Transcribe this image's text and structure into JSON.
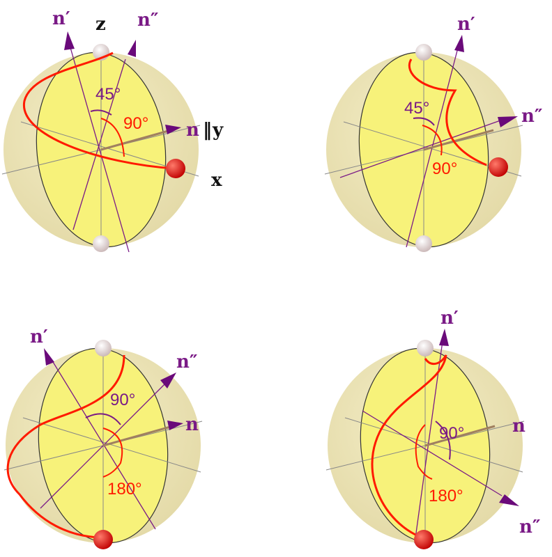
{
  "colors": {
    "sphere": "#efe6b8",
    "disk": "#f7f27a",
    "trajectory": "#ff1a00",
    "axis_n": "#7a1a86",
    "angle_small": "#7a1a86",
    "angle_large": "#ff1a00"
  },
  "panels": [
    {
      "n_prime": "n′",
      "n_double": "n″",
      "n": "n",
      "parallel": "‖",
      "y": "y",
      "z": "z",
      "x": "x",
      "angle_small": "45°",
      "angle_large": "90°"
    },
    {
      "n_prime": "n′",
      "n_double": "n″",
      "angle_small": "45°",
      "angle_large": "90°"
    },
    {
      "n_prime": "n′",
      "n_double": "n″",
      "n": "n",
      "angle_small": "90°",
      "angle_large": "180°"
    },
    {
      "n_prime": "n′",
      "n_double": "n″",
      "n": "n",
      "angle_small": "90°",
      "angle_large": "180°"
    }
  ]
}
